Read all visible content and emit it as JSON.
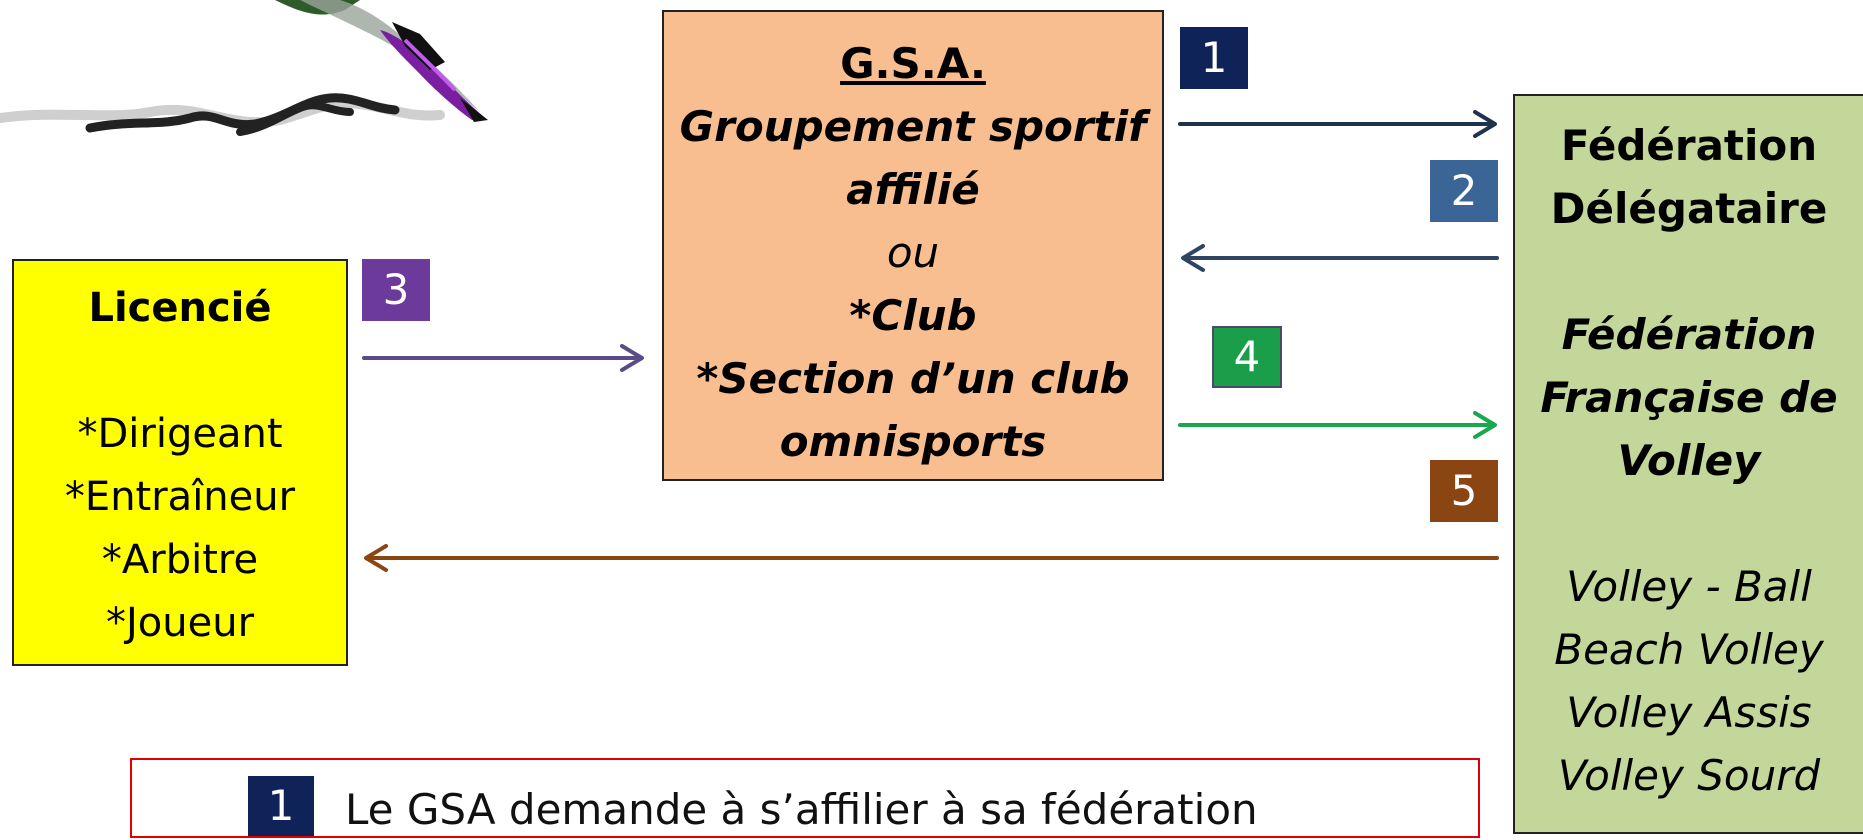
{
  "licencie": {
    "title": "Licencié",
    "roles": [
      "*Dirigeant",
      "*Entraîneur",
      "*Arbitre",
      "*Joueur"
    ]
  },
  "gsa": {
    "abbr": "G.S.A.",
    "line1": "Groupement sportif",
    "line2": "affilié",
    "or": "ou",
    "option1": "*Club",
    "option2_line1": "*Section d’un club",
    "option2_line2": "omnisports"
  },
  "federation": {
    "line1": "Fédération",
    "line2": "Délégataire",
    "name_line1": "Fédération",
    "name_line2": "Française de",
    "name_line3": "Volley",
    "disciplines": [
      "Volley - Ball",
      "Beach Volley",
      "Volley Assis",
      "Volley Sourd"
    ]
  },
  "steps": [
    "1",
    "2",
    "3",
    "4",
    "5"
  ],
  "legend": {
    "badge": "1",
    "text": "Le GSA demande à s’affilier à sa fédération"
  },
  "colors": {
    "arrow1": "#1f3351",
    "arrow2": "#2e4460",
    "arrow3": "#5b4a88",
    "arrow4": "#1aa84f",
    "arrow5": "#8b4512"
  },
  "icons": {
    "logo": "fountain-pen-icon"
  }
}
